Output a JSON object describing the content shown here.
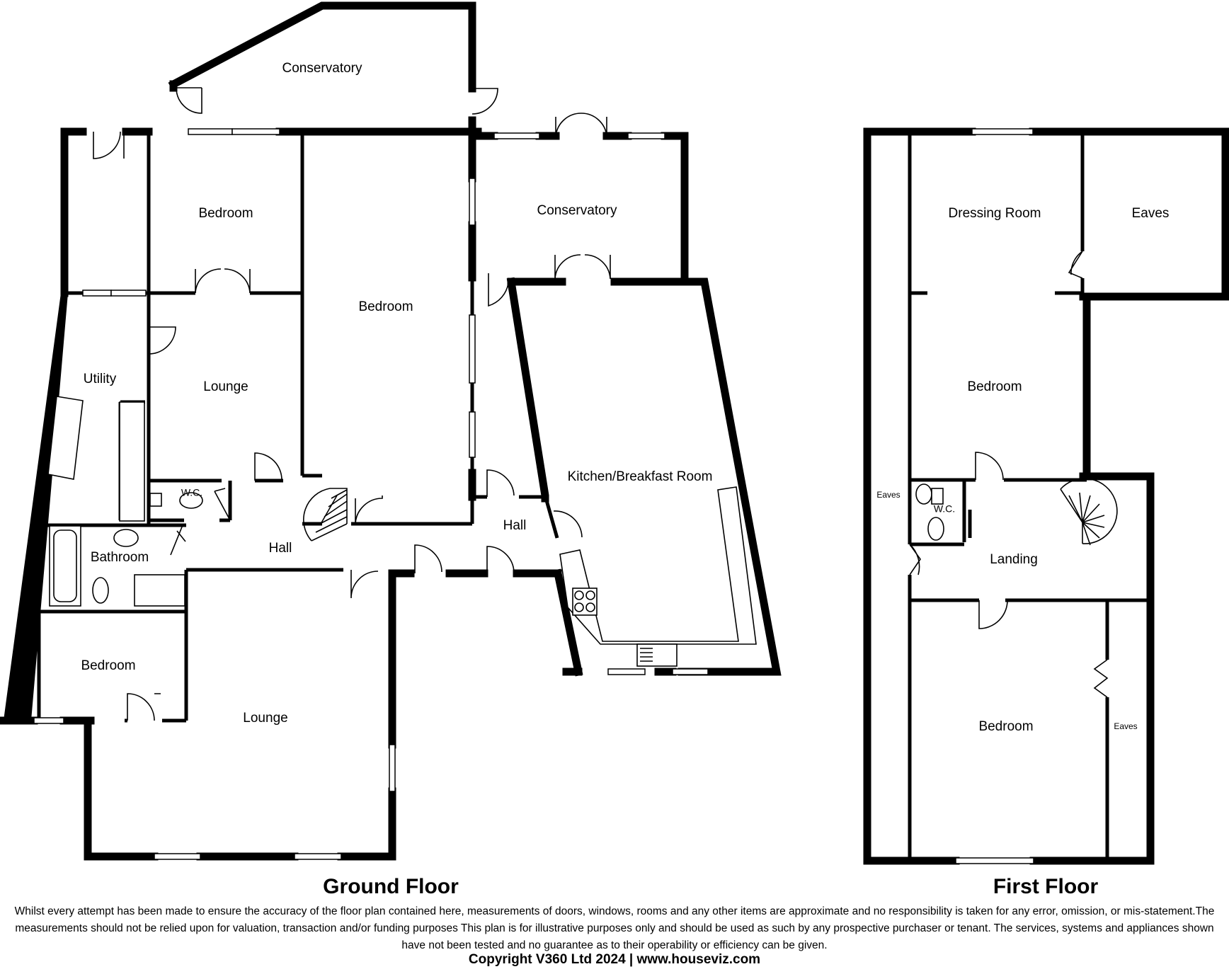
{
  "floors": {
    "ground": {
      "title": "Ground Floor",
      "rooms": {
        "conservatory_top": "Conservatory",
        "conservatory_right": "Conservatory",
        "bedroom_1": "Bedroom",
        "bedroom_2": "Bedroom",
        "bedroom_3": "Bedroom",
        "lounge_small": "Lounge",
        "lounge_large": "Lounge",
        "utility": "Utility",
        "wc": "W.C.",
        "bathroom": "Bathroom",
        "hall_1": "Hall",
        "hall_2": "Hall",
        "kitchen": "Kitchen/Breakfast Room"
      }
    },
    "first": {
      "title": "First Floor",
      "rooms": {
        "dressing_room": "Dressing Room",
        "eaves_top": "Eaves",
        "bedroom_1": "Bedroom",
        "eaves_left": "Eaves",
        "wc": "W.C.",
        "landing": "Landing",
        "bedroom_2": "Bedroom",
        "eaves_right": "Eaves"
      }
    }
  },
  "disclaimer": "Whilst every attempt has been made to ensure the accuracy of the floor plan contained here, measurements of doors, windows, rooms and any other items are approximate and no responsibility is taken for any error, omission, or mis-statement.The measurements should not be relied upon for valuation, transaction and/or funding purposes This plan is for illustrative purposes only and should be used as such by any prospective purchaser or tenant. The services, systems and appliances shown have not been tested and no guarantee as to their operability or efficiency can be given.",
  "copyright": "Copyright V360 Ltd 2024 | www.houseviz.com"
}
